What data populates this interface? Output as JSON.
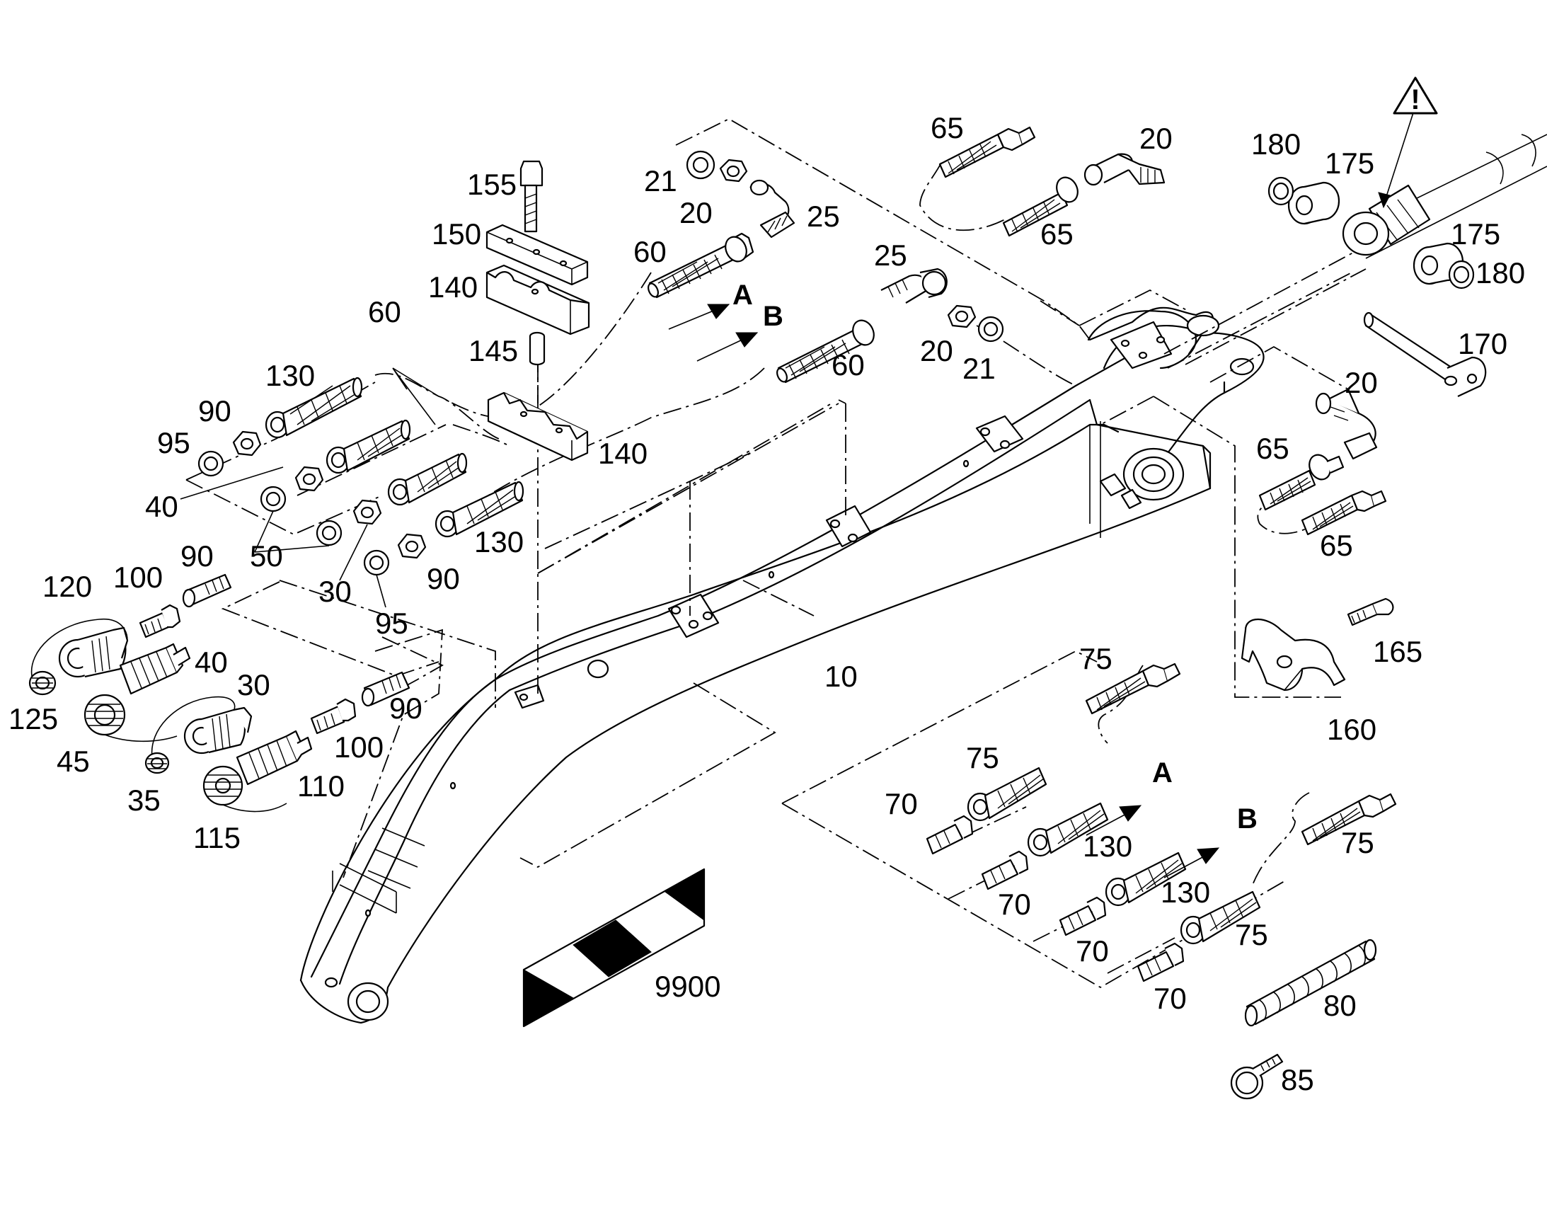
{
  "diagram": {
    "callouts": [
      "155",
      "150",
      "140",
      "145",
      "140",
      "60",
      "130",
      "90",
      "95",
      "40",
      "50",
      "30",
      "95",
      "90",
      "130",
      "21",
      "20",
      "25",
      "60",
      "A",
      "B",
      "25",
      "60",
      "20",
      "21",
      "65",
      "20",
      "65",
      "180",
      "175",
      "175",
      "180",
      "170",
      "20",
      "65",
      "65",
      "120",
      "100",
      "90",
      "40",
      "30",
      "125",
      "45",
      "35",
      "100",
      "90",
      "110",
      "115",
      "10",
      "165",
      "160",
      "75",
      "75",
      "70",
      "130",
      "A",
      "B",
      "70",
      "130",
      "75",
      "75",
      "70",
      "70",
      "80",
      "85",
      "9900"
    ],
    "warning_symbol": "!",
    "icons": [
      "warning-triangle-icon",
      "direction-arrow-icon",
      "striped-flag-icon"
    ]
  }
}
